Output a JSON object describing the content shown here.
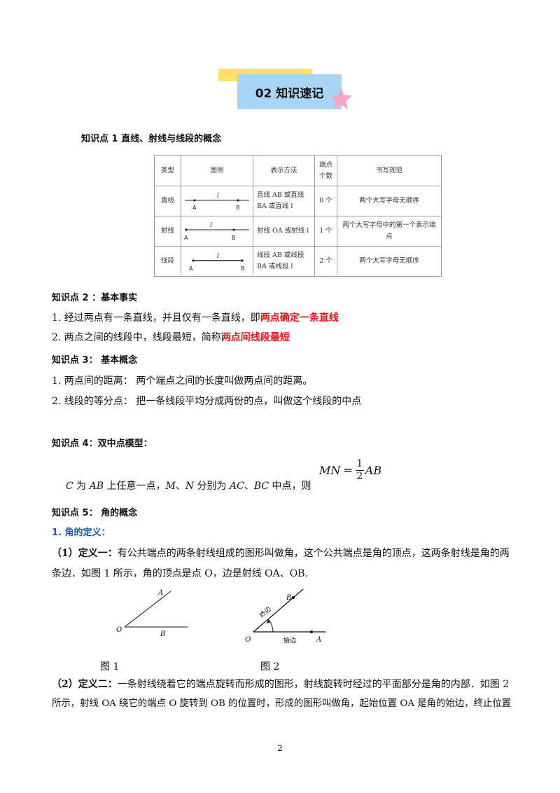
{
  "header": {
    "title": "02   知识速记"
  },
  "kp1": {
    "title": "知识点 1  直线、射线与线段的概念",
    "table": {
      "headers": [
        "类型",
        "图例",
        "表示方法",
        "端点个数",
        "书写规范"
      ],
      "rows": [
        {
          "type": "直线",
          "expr_line1": "直线 AB 或直线",
          "expr_line2": "BA 或直线 l",
          "endpoints": "0 个",
          "norm": "两个大写字母无顺序",
          "fig": {
            "l": "l",
            "a": "A",
            "b": "B"
          }
        },
        {
          "type": "射线",
          "expr_line1": "射线 OA 或射线 l",
          "expr_line2": "",
          "endpoints": "1 个",
          "norm": "两个大写字母中的第一个表示端点",
          "fig": {
            "l": "l",
            "a": "A",
            "b": "B"
          }
        },
        {
          "type": "线段",
          "expr_line1": "线段 AB 或线段",
          "expr_line2": "BA 或线段 l",
          "endpoints": "2 个",
          "norm": "两个大写字母无顺序",
          "fig": {
            "l": "l",
            "a": "A",
            "b": "B"
          }
        }
      ]
    }
  },
  "kp2": {
    "title": "知识点 2 ：基本事实",
    "item1_text": "1. 经过两点有一条直线，并且仅有一条直线，即",
    "item1_em": "两点确定一条直线",
    "item2_text": "2. 两点之间的线段中，线段最短，简称",
    "item2_em": "两点间线段最短"
  },
  "kp3": {
    "title": "知识点 3：  基本概念",
    "item1": "1. 两点间的距离：   两个端点之间的长度叫做两点间的距离。",
    "item2": "2. 线段的等分点：  把一条线段平均分成两份的点，叫做这个线段的中点"
  },
  "kp4": {
    "title": "知识点 4：双中点模型：",
    "formula": {
      "lhs": "MN",
      "eq": "=",
      "num": "1",
      "den": "2",
      "rhs": "AB"
    },
    "desc": {
      "c": "C",
      "t1": " 为 ",
      "ab": "AB",
      "t2": " 上任意一点，",
      "m": "M",
      "sep": "、",
      "n": "N",
      "t3": " 分别为 ",
      "ac": "AC",
      "bc": "BC",
      "t4": " 中点，则"
    }
  },
  "kp5": {
    "title": "知识点 5：  角的概念",
    "subtitle": "1. 角的定义：",
    "def1_label": "（1）定义一：",
    "def1_line1": "有公共端点的两条射线组成的图形叫做角，这个公共端点是角的顶点，这两条射线是角的两",
    "def1_line2": "条边．如图 1 所示，角的顶点是点 O，边是射线 OA、OB.",
    "fig1": {
      "o": "O",
      "a": "A",
      "b": "B",
      "caption": "图 1"
    },
    "fig2": {
      "o": "O",
      "a": "A",
      "b": "B",
      "end_side": "终边",
      "start_side": "始边",
      "caption": "图 2"
    },
    "def2_label": "（2）定义二：",
    "def2_line1": "一条射线绕着它的端点旋转而形成的图形，射线旋转时经过的平面部分是角的内部．如图 2",
    "def2_line2": "所示，射线 OA 绕它的端点 O 旋转到 OB 的位置时，形成的图形叫做角，起始位置 OA 是角的始边，终止位置"
  },
  "page_number": "2",
  "colors": {
    "accent_red": "#e8141b",
    "accent_blue": "#1b57c4",
    "banner_yellow": "#ffe168",
    "banner_blue": "#a8d5f6",
    "star_pink": "#f7a6c0"
  }
}
